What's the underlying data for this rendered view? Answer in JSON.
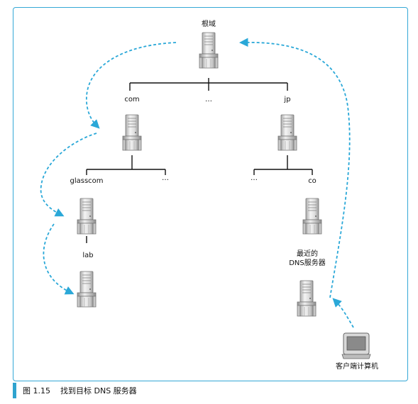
{
  "nodes": {
    "root": "根域",
    "com": "com",
    "root_ellipsis": "…",
    "jp": "jp",
    "glasscom": "glasscom",
    "com_ellipsis": "…",
    "jp_ellipsis": "…",
    "co": "co",
    "lab": "lab",
    "nearest_dns_line1": "最近的",
    "nearest_dns_line2": "DNS服务器",
    "client": "客户端计算机"
  },
  "caption": {
    "figure_number": "图 1.15",
    "title": "找到目标 DNS 服务器"
  },
  "colors": {
    "accent": "#2fa3cf",
    "arrow": "#2aa8d8",
    "line": "#111111"
  }
}
